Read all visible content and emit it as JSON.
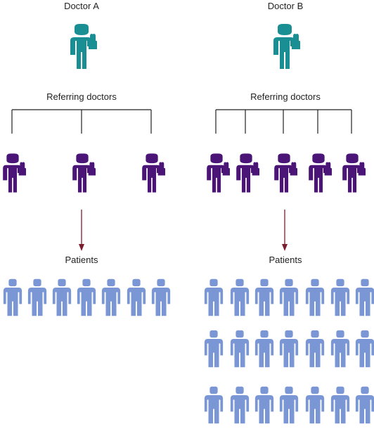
{
  "colors": {
    "lead_doctor": "#1a8f93",
    "referring_doctor": "#4a1577",
    "patient": "#7a96d4",
    "arrow": "#7a1e2e",
    "line": "#222222"
  },
  "groups": [
    {
      "id": "a",
      "title": "Doctor A",
      "referring_label": "Referring doctors",
      "patients_label": "Patients",
      "referring_count": 3,
      "patient_count": 7
    },
    {
      "id": "b",
      "title": "Doctor B",
      "referring_label": "Referring doctors",
      "patients_label": "Patients",
      "referring_count": 5,
      "patient_count": 21
    }
  ]
}
